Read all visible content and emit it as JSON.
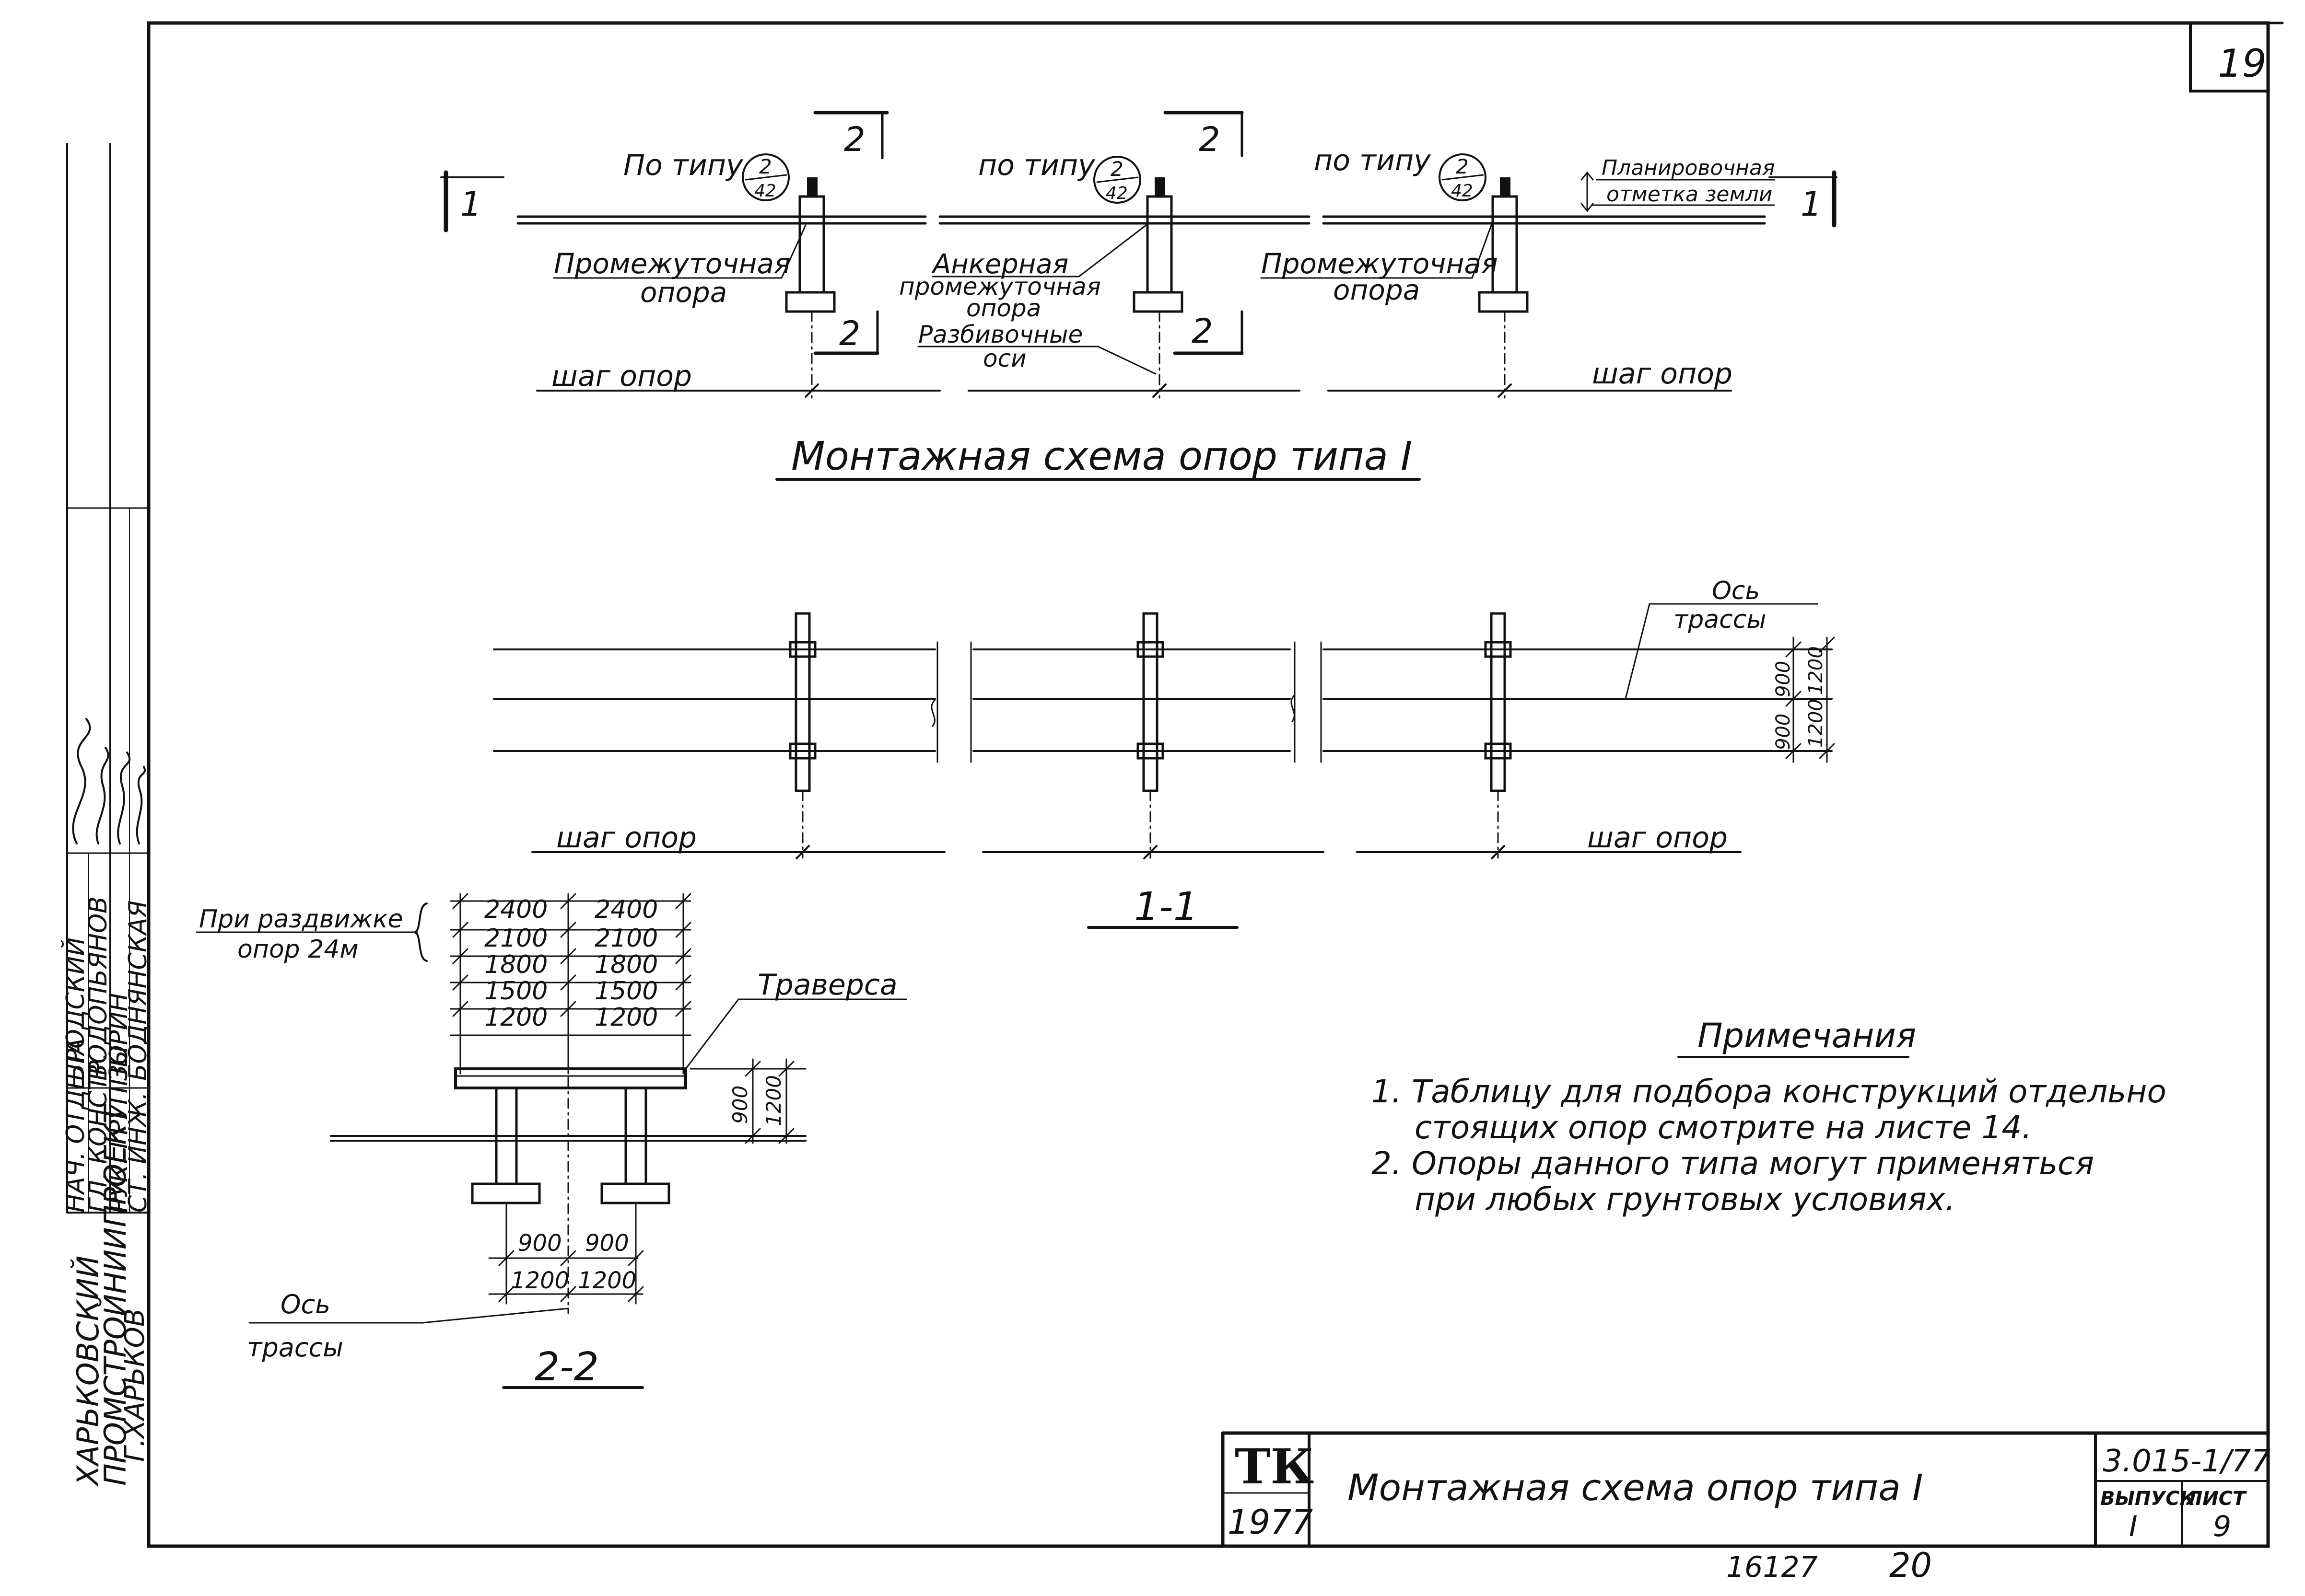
{
  "sheet": {
    "page_number": "19",
    "title": "Монтажная схема опор типа I",
    "tk_mark": "ТК",
    "year": "1977",
    "code": "3.015-1/77",
    "issue_label": "ВЫПУСК",
    "issue_value": "I",
    "sheet_label": "ЛИСТ",
    "sheet_value": "9",
    "bottom_stamp_1": "16127",
    "bottom_stamp_2": "20"
  },
  "org": {
    "name_line1": "ХАРЬКОВСКИЙ",
    "name_line2": "ПРОМСТРОЙНИИПРОЕКТ",
    "city": "Г.ХАРЬКОВ",
    "roles": [
      "НАЧ. ОТДЕЛА",
      "ГЛ. КОНСТР.",
      "РУК. ГРУППЫ",
      "СТ. ИНЖ."
    ],
    "names": [
      "БРОДСКИЙ",
      "ВОДОПЬЯНОВ",
      "ЗОРИН",
      "БОДНЯНСКАЯ"
    ]
  },
  "plan": {
    "by_type_1": "По типу",
    "by_type_2": "по типу",
    "by_type_3": "по типу",
    "callout_num": "2",
    "callout_sheet": "42",
    "section_num_2": "2",
    "section_num_1": "1",
    "intermediate_support_a": "Промежуточная",
    "intermediate_support_b": "опора",
    "anchor_a": "Анкерная",
    "anchor_b": "промежуточная",
    "anchor_c": "опора",
    "axes_a": "Разбивочные",
    "axes_b": "оси",
    "grade_a": "Планировочная",
    "grade_b": "отметка земли",
    "pitch": "шаг опор",
    "heading": "Монтажная схема опор типа I"
  },
  "section11": {
    "axis_a": "Ось",
    "axis_b": "трассы",
    "dim_900": "900",
    "dim_1200": "1200",
    "pitch": "шаг опор",
    "label": "1-1"
  },
  "section22": {
    "spread_a": "При раздвижке",
    "spread_b": "опор 24м",
    "dims": [
      "2400",
      "2100",
      "1800",
      "1500",
      "1200"
    ],
    "traverse": "Траверса",
    "dim_900": "900",
    "dim_1200": "1200",
    "axis_a": "Ось",
    "axis_b": "трассы",
    "label": "2-2"
  },
  "notes": {
    "heading": "Примечания",
    "items": [
      "1. Таблицу для подбора конструкций отдельно",
      "стоящих опор смотрите на листе 14.",
      "2. Опоры данного типа могут применяться",
      "при любых грунтовых условиях."
    ]
  }
}
